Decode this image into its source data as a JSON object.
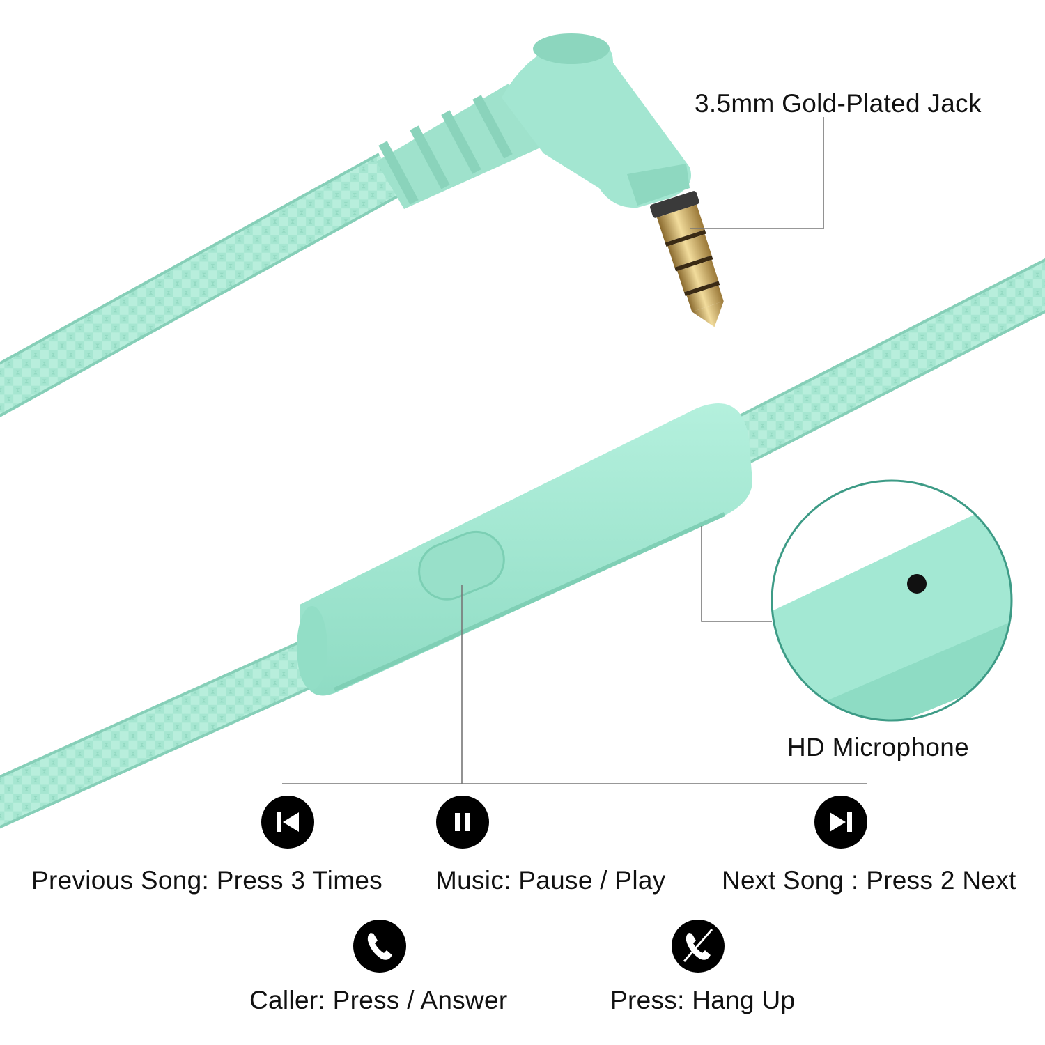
{
  "colors": {
    "cable": "#a6e6d1",
    "cable_dark": "#8ed8c0",
    "body": "#a2e8d3",
    "body_shadow": "#86d6bd",
    "gold": "#c9a35a",
    "leader_line": "#777777",
    "circle_border": "#3d9b86",
    "icon": "#000000"
  },
  "callouts": {
    "jack_label": "3.5mm Gold-Plated Jack",
    "mic_label": "HD Microphone"
  },
  "controls": [
    {
      "icon": "previous-track-icon",
      "label": "Previous Song: Press 3 Times"
    },
    {
      "icon": "pause-icon",
      "label": "Music: Pause / Play"
    },
    {
      "icon": "next-track-icon",
      "label": "Next Song : Press 2 Next"
    },
    {
      "icon": "phone-answer-icon",
      "label": "Caller: Press / Answer"
    },
    {
      "icon": "phone-hangup-icon",
      "label": "Press: Hang Up"
    }
  ]
}
